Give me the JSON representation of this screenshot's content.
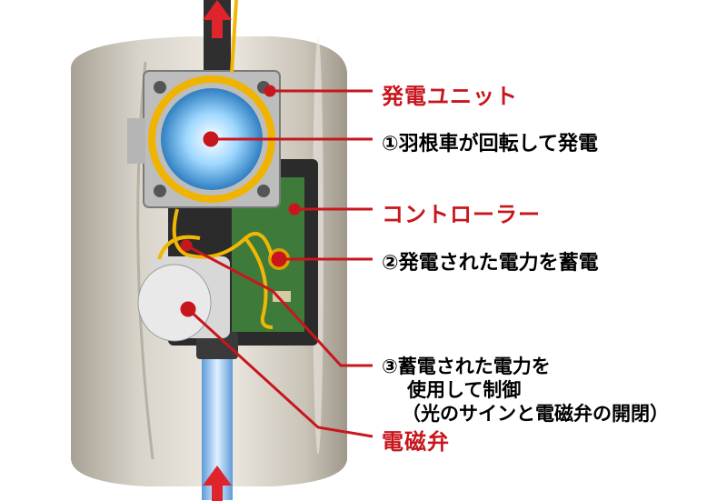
{
  "labels": {
    "power_unit": "発電ユニット",
    "impeller": "①羽根車が回転して発電",
    "controller": "コントローラー",
    "storage": "②発電された電力を蓄電",
    "control_line1": "③蓄電された電力を",
    "control_line2": "使用して制御",
    "control_line3": "（光のサインと電磁弁の開閉）",
    "solenoid": "電磁弁"
  },
  "colors": {
    "callout_red": "#c8161d",
    "label_text": "#000000",
    "housing": "#cfc9bd",
    "wire": "#f2b705",
    "water": "#7fb4e6"
  }
}
